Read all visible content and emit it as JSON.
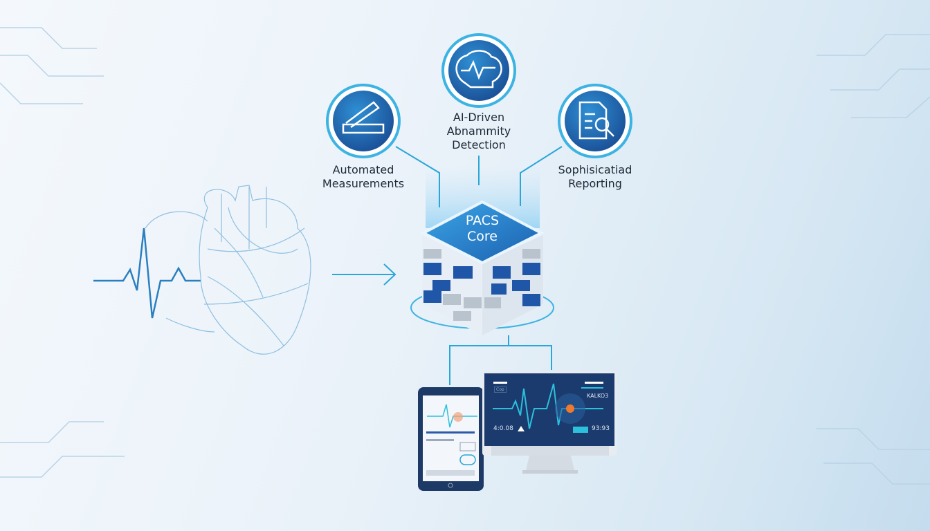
{
  "features": [
    {
      "label_line1": "Automated",
      "label_line2": "Measurements",
      "icon": "ruler-icon"
    },
    {
      "label_line1": "AI-Driven",
      "label_line2": "Abnammity",
      "label_line3": "Detection",
      "icon": "brain-pulse-icon"
    },
    {
      "label_line1": "Sophisicatiad",
      "label_line2": "Reporting",
      "icon": "report-search-icon"
    }
  ],
  "core": {
    "line1": "PACS",
    "line2": "Core"
  },
  "monitor": {
    "top_left": "Cop",
    "top_right": "KALKO3",
    "bottom_left": "4:0.08",
    "bottom_right": "93:93"
  },
  "colors": {
    "accent": "#2a9fd6",
    "dark_blue": "#1e4f8f",
    "orange": "#f07a2c"
  }
}
